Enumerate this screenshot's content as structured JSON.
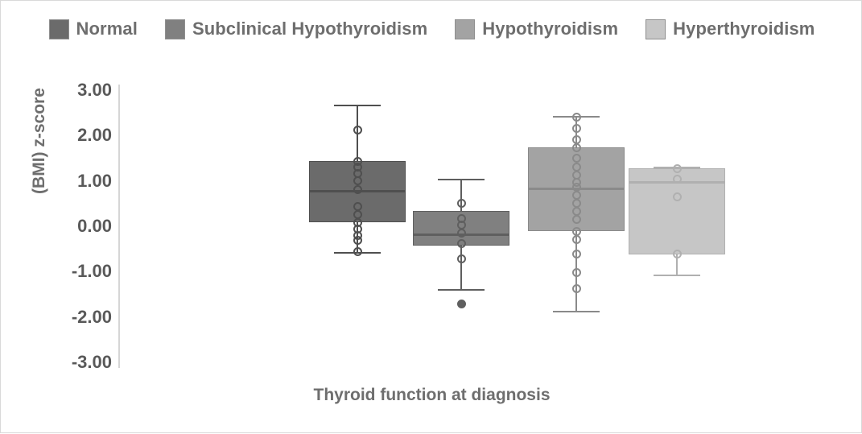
{
  "chart_data": {
    "type": "box",
    "title": "",
    "xlabel": "Thyroid function at diagnosis",
    "ylabel": "(BMI) z-score",
    "ylim": [
      -3.0,
      3.0
    ],
    "ytick_labels": [
      "3.00",
      "2.00",
      "1.00",
      "0.00",
      "-1.00",
      "-2.00",
      "-3.00"
    ],
    "ytick_values": [
      3.0,
      2.0,
      1.0,
      0.0,
      -1.0,
      -2.0,
      -3.0
    ],
    "grid": false,
    "legend_position": "top-center",
    "categories": [
      "Normal",
      "Subclinical Hypothyroidism",
      "Hypothyroidism",
      "Hyperthyroidism"
    ],
    "series": [
      {
        "name": "Normal",
        "color": "#6b6b6b",
        "edge": "#4f4f4f",
        "whisker_high": 2.7,
        "q3": 1.45,
        "median": 0.82,
        "q1": 0.1,
        "whisker_low": -0.55,
        "points": [
          2.14,
          1.45,
          1.33,
          1.18,
          1.02,
          0.82,
          0.46,
          0.28,
          0.1,
          -0.05,
          -0.18,
          -0.3,
          -0.55
        ],
        "outliers": []
      },
      {
        "name": "Subclinical Hypothyroidism",
        "color": "#808080",
        "edge": "#5f5f5f",
        "whisker_high": 1.07,
        "q3": 0.35,
        "median": -0.14,
        "q1": -0.41,
        "whisker_low": -1.37,
        "points": [
          0.53,
          0.19,
          0.05,
          -0.14,
          -0.36,
          -0.7
        ],
        "outliers": [
          -1.7
        ]
      },
      {
        "name": "Hypothyroidism",
        "color": "#a3a3a3",
        "edge": "#8a8a8a",
        "whisker_high": 2.45,
        "q3": 1.75,
        "median": 0.87,
        "q1": -0.09,
        "whisker_low": -1.85,
        "points": [
          2.42,
          2.17,
          1.93,
          1.75,
          1.52,
          1.32,
          1.14,
          0.98,
          0.87,
          0.7,
          0.52,
          0.34,
          0.16,
          -0.09,
          -0.27,
          -0.6,
          -1.0,
          -1.35
        ],
        "outliers": []
      },
      {
        "name": "Hyperthyroidism",
        "color": "#c6c6c6",
        "edge": "#b0b0b0",
        "whisker_high": 1.33,
        "q3": 1.29,
        "median": 1.01,
        "q1": -0.6,
        "whisker_low": -1.05,
        "points": [
          1.29,
          1.05,
          0.66,
          -0.6
        ],
        "outliers": []
      }
    ]
  },
  "legend": {
    "items": [
      {
        "label": "Normal",
        "color": "#6b6b6b"
      },
      {
        "label": "Subclinical Hypothyroidism",
        "color": "#808080"
      },
      {
        "label": "Hypothyroidism",
        "color": "#a3a3a3"
      },
      {
        "label": "Hyperthyroidism",
        "color": "#c6c6c6"
      }
    ]
  },
  "axis": {
    "y_title": "(BMI) z-score",
    "x_title": "Thyroid function at diagnosis"
  }
}
